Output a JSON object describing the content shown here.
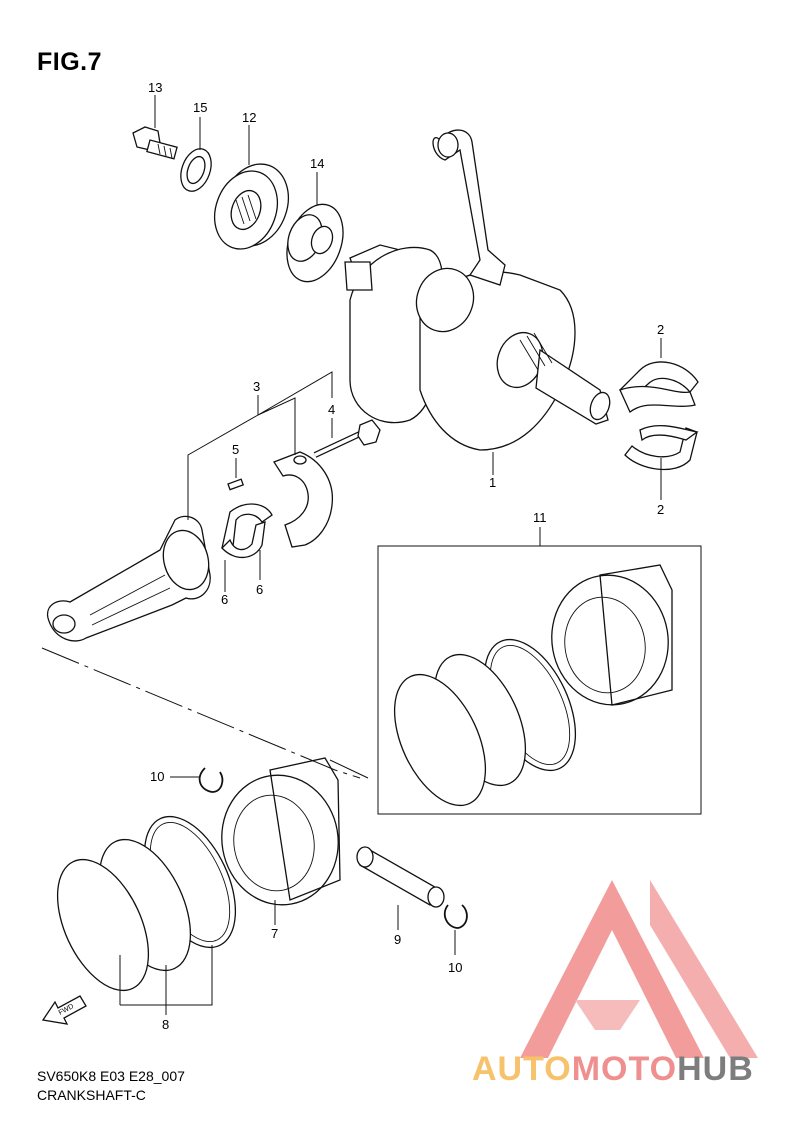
{
  "figure": {
    "title": "FIG.7"
  },
  "footer": {
    "code": "SV650K8 E03 E28_007",
    "name": "CRANKSHAFT-C"
  },
  "fwd_label": "FWD",
  "watermark": {
    "part1": "AUTO",
    "part2": "MOTO",
    "part3": "HUB",
    "colors": {
      "auto": "#f6c26b",
      "moto": "#ef8f8f",
      "hub": "#7d7d7d",
      "logo": "#f28b8b"
    }
  },
  "callouts": {
    "c13": "13",
    "c15": "15",
    "c12": "12",
    "c14": "14",
    "c2a": "2",
    "c2b": "2",
    "c3": "3",
    "c4": "4",
    "c5": "5",
    "c1": "1",
    "c6a": "6",
    "c6b": "6",
    "c11": "11",
    "c10a": "10",
    "c10b": "10",
    "c7": "7",
    "c9": "9",
    "c8": "8"
  }
}
